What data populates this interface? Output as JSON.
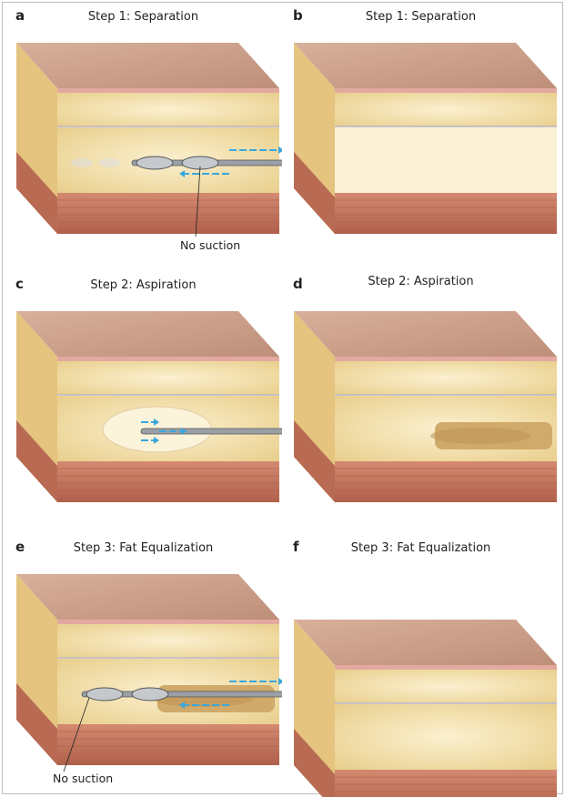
{
  "panels": [
    {
      "letter": "a",
      "title": "Step 1: Separation",
      "caption": "No suction",
      "instrument": "separator",
      "state": "intact"
    },
    {
      "letter": "b",
      "title": "Step 1: Separation",
      "state": "separated"
    },
    {
      "letter": "c",
      "title": "Step 2: Aspiration",
      "instrument": "cannula",
      "state": "aspirating"
    },
    {
      "letter": "d",
      "title": "Step 2: Aspiration",
      "state": "tunnels"
    },
    {
      "letter": "e",
      "title": "Step 3: Fat Equalization",
      "caption": "No suction",
      "instrument": "separator",
      "state": "tunnels"
    },
    {
      "letter": "f",
      "title": "Step 3: Fat Equalization",
      "state": "equalized"
    }
  ],
  "colors": {
    "skin": "#c99c86",
    "fat": "#f1dca3",
    "muscle": "#c7745c",
    "arrow": "#3aa7dd"
  }
}
